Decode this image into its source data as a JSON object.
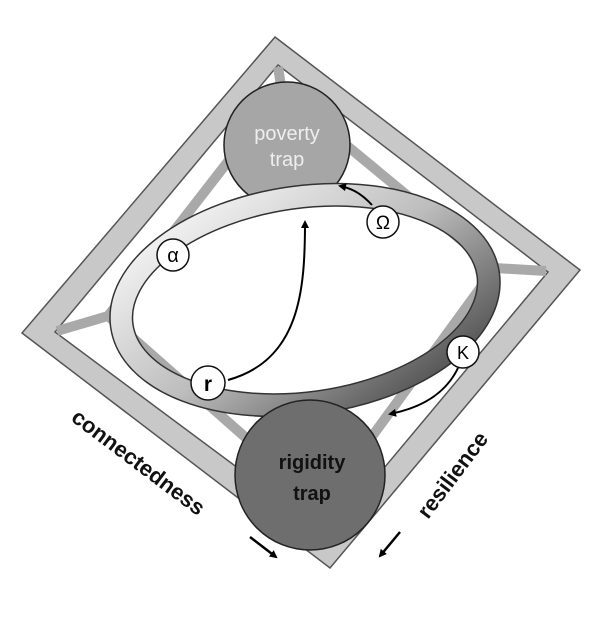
{
  "traps": {
    "poverty": {
      "line1": "poverty",
      "line2": "trap"
    },
    "rigidity": {
      "line1": "rigidity",
      "line2": "trap"
    }
  },
  "phases": {
    "alpha": "α",
    "omega": "Ω",
    "kappa": "K",
    "r": "r"
  },
  "axes": {
    "connectedness": "connectedness",
    "resilience": "resilience"
  },
  "colors": {
    "frame": "#c8c8c8",
    "inner_lines": "#a9a9a9",
    "poverty_fill": "#a6a6a6",
    "rigidity_fill": "#6e6e6e"
  }
}
